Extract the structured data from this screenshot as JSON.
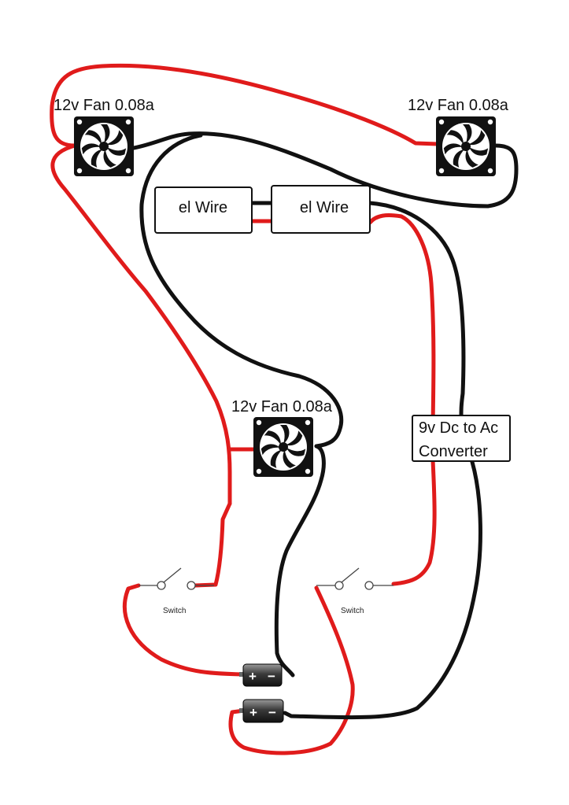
{
  "fans": [
    {
      "label": "12v Fan 0.08a"
    },
    {
      "label": "12v Fan 0.08a"
    },
    {
      "label": "12v Fan 0.08a"
    }
  ],
  "el_wires": [
    {
      "label": "el Wire"
    },
    {
      "label": "el Wire"
    }
  ],
  "converter": {
    "line1": "9v Dc to Ac",
    "line2": "Converter"
  },
  "switches": [
    {
      "label": "Switch"
    },
    {
      "label": "Switch"
    }
  ],
  "batteries": [
    {
      "plus": "+",
      "minus": "−"
    },
    {
      "plus": "+",
      "minus": "−"
    }
  ],
  "colors": {
    "positive_wire": "#e01b1b",
    "negative_wire": "#111111"
  },
  "icons": [
    "fan-icon",
    "battery-icon",
    "switch-icon"
  ]
}
